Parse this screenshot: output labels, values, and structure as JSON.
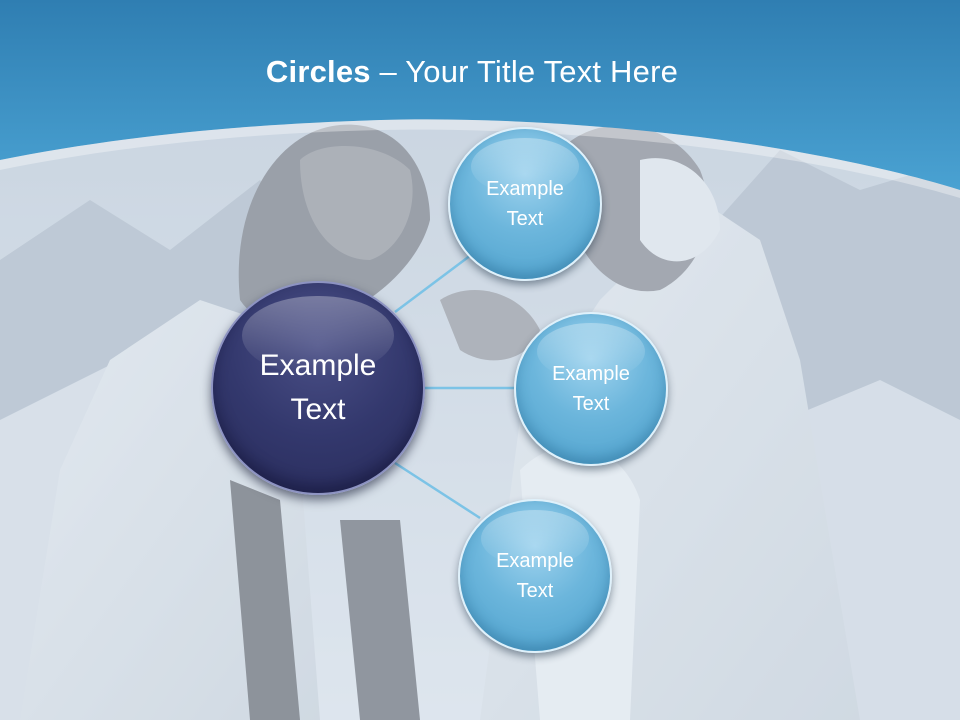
{
  "slide": {
    "title_bold": "Circles",
    "title_rest": " – Your Title Text Here"
  },
  "diagram": {
    "center": {
      "line1": "Example",
      "line2": "Text"
    },
    "nodes": [
      {
        "line1": "Example",
        "line2": "Text"
      },
      {
        "line1": "Example",
        "line2": "Text"
      },
      {
        "line1": "Example",
        "line2": "Text"
      }
    ]
  },
  "colors": {
    "header_blue": "#3f93c6",
    "node_fill": "#6cb6dc",
    "center_fill": "#33386d",
    "connector": "#7cc3e6"
  }
}
